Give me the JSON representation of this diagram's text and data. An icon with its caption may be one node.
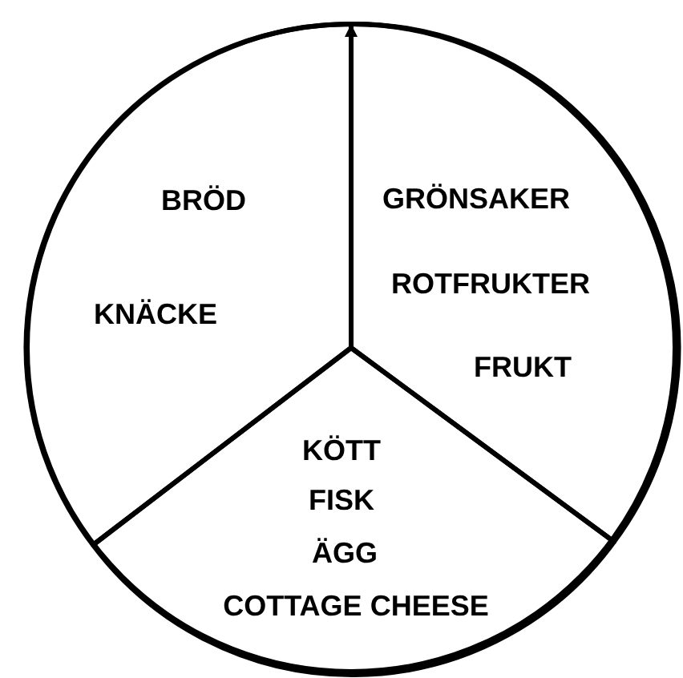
{
  "diagram": {
    "nodes": [
      {
        "text": [],
        "shape": "circle"
      },
      {
        "text": [
          "BRÖD",
          "KNÄCKE"
        ],
        "in": 0
      },
      {
        "text": [
          "GRÖNSAKER",
          "ROTFRUKTER",
          "FRUKT"
        ],
        "in": 0
      },
      {
        "text": [
          "KÖTT",
          "FISK",
          "ÄGG",
          "COTTAGE CHEESE"
        ],
        "in": 0
      }
    ]
  }
}
